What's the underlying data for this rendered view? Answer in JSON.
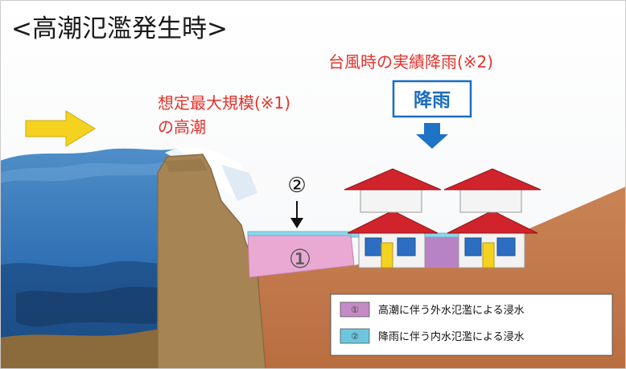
{
  "title": "<高潮氾濫発生時>",
  "surge_label": {
    "line1": "想定最大規模(※1)",
    "line2": "の高潮"
  },
  "rain_label": "台風時の実績降雨(※2)",
  "rain_box_label": "降雨",
  "marker_1": "①",
  "marker_2": "②",
  "legend": {
    "items": [
      {
        "num": "①",
        "text": "高潮に伴う外水氾濫による浸水",
        "color": "#c48bc4"
      },
      {
        "num": "②",
        "text": "降雨に伴う内水氾濫による浸水",
        "color": "#6cc6de"
      }
    ]
  },
  "colors": {
    "sea": "#2e6fb3",
    "levee": "#a78453",
    "ground": "#c47a4d",
    "outer_flood": "#e9a9d2",
    "inner_flood": "#8fd5e8",
    "roof": "#d1232b",
    "arrow_yellow": "#f4d21f",
    "arrow_blue": "#1f73c4",
    "text_red": "#e3342b"
  }
}
